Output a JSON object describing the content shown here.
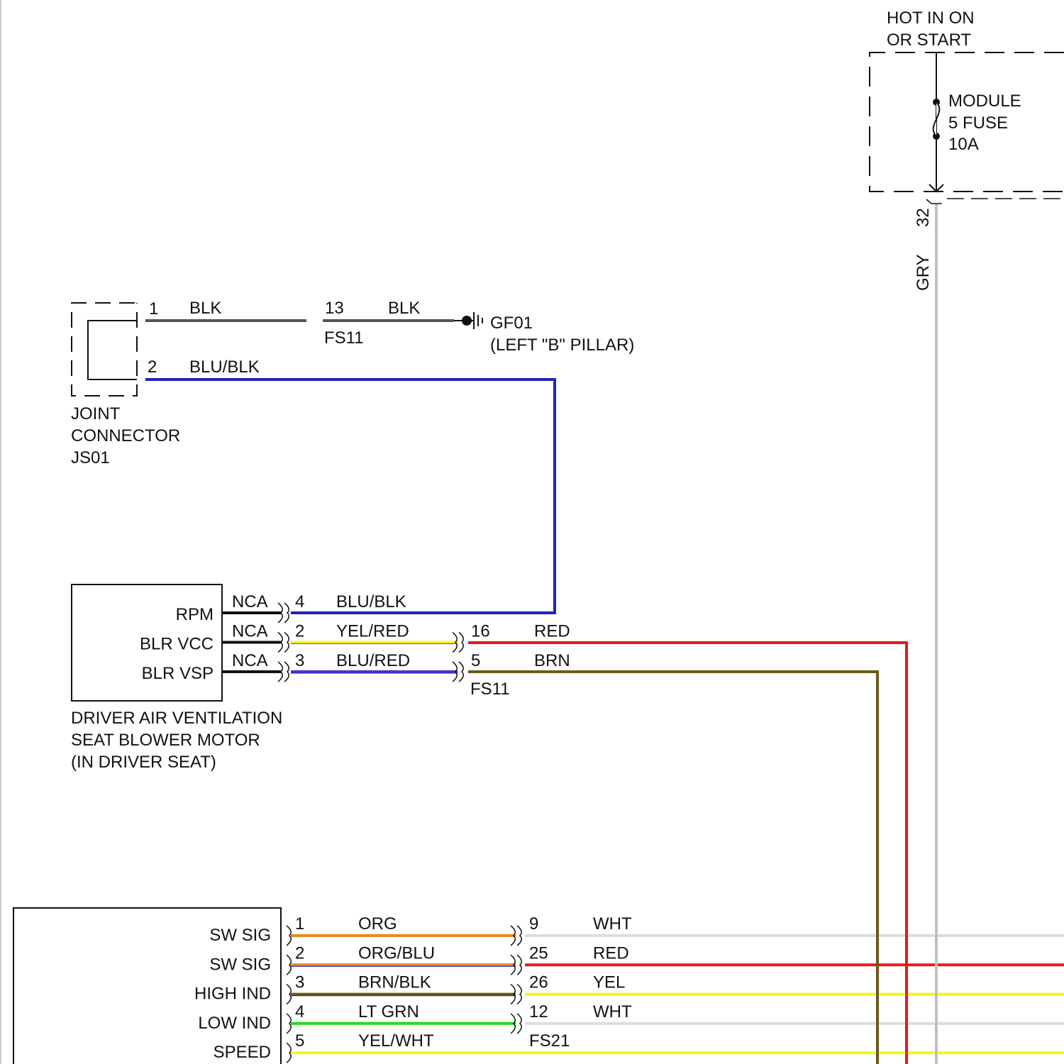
{
  "power": {
    "source_lines": [
      "HOT IN ON",
      "OR START"
    ],
    "fuse_lines": [
      "MODULE",
      "5 FUSE",
      "10A"
    ],
    "pin": "32",
    "wire": "GRY"
  },
  "ground": {
    "joint_pin": "1",
    "wire1": "BLK",
    "inline_pin": "13",
    "wire2": "BLK",
    "inline_connector": "FS11",
    "ground_id": "GF01",
    "ground_location": "(LEFT \"B\" PILLAR)"
  },
  "joint": {
    "pin2": "2",
    "wire": "BLU/BLK",
    "name_lines": [
      "JOINT",
      "CONNECTOR",
      "JS01"
    ]
  },
  "motor": {
    "terminals": [
      {
        "label": "RPM",
        "nca": "NCA",
        "pin": "4",
        "wire": "BLU/BLK",
        "fs_pin": "",
        "fs_wire": ""
      },
      {
        "label": "BLR VCC",
        "nca": "NCA",
        "pin": "2",
        "wire": "YEL/RED",
        "fs_pin": "16",
        "fs_wire": "RED"
      },
      {
        "label": "BLR VSP",
        "nca": "NCA",
        "pin": "3",
        "wire": "BLU/RED",
        "fs_pin": "5",
        "fs_wire": "BRN"
      }
    ],
    "inline_connector": "FS11",
    "name_lines": [
      "DRIVER AIR VENTILATION",
      "SEAT BLOWER MOTOR",
      "(IN DRIVER SEAT)"
    ]
  },
  "switch": {
    "terminals": [
      {
        "label": "SW SIG",
        "pin": "1",
        "wire": "ORG",
        "fs_pin": "9",
        "fs_wire": "WHT"
      },
      {
        "label": "SW SIG",
        "pin": "2",
        "wire": "ORG/BLU",
        "fs_pin": "25",
        "fs_wire": "RED"
      },
      {
        "label": "HIGH IND",
        "pin": "3",
        "wire": "BRN/BLK",
        "fs_pin": "26",
        "fs_wire": "YEL"
      },
      {
        "label": "LOW IND",
        "pin": "4",
        "wire": "LT GRN",
        "fs_pin": "12",
        "fs_wire": "WHT"
      },
      {
        "label": "SPEED",
        "pin": "5",
        "wire": "YEL/WHT",
        "fs_pin": "",
        "fs_wire": ""
      }
    ],
    "inline_connector": "FS21"
  },
  "colors": {
    "BLK": "#555555",
    "BLU": "#2222bb",
    "RED": "#e81818",
    "BRN": "#6b5a17",
    "GRY": "#c0c0c0",
    "WHT": "#dddddd",
    "YEL": "#f5f51a",
    "ORG": "#e88a1c",
    "LT_GRN": "#22dd22",
    "YEL_RED": "#f0e040",
    "BLU_RED": "#4433cc"
  }
}
